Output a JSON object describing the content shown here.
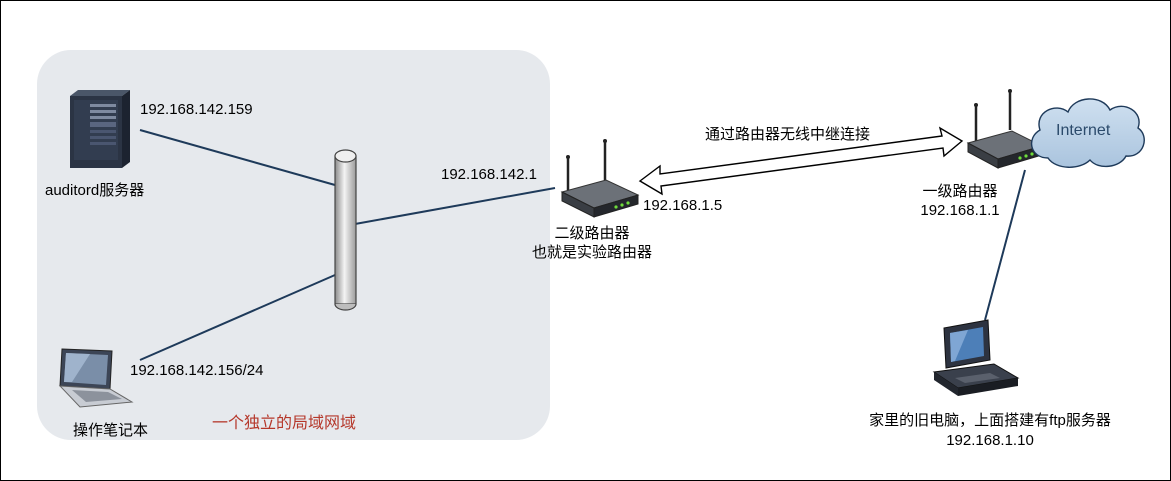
{
  "zone": {
    "label": "一个独立的局域网域"
  },
  "server": {
    "ip": "192.168.142.159",
    "label": "auditord服务器"
  },
  "laptop": {
    "ip": "192.168.142.156/24",
    "label": "操作笔记本"
  },
  "router2": {
    "lan_ip": "192.168.142.1",
    "wan_ip": "192.168.1.5",
    "label_line1": "二级路由器",
    "label_line2": "也就是实验路由器"
  },
  "link": {
    "label": "通过路由器无线中继连接"
  },
  "router1": {
    "label": "一级路由器",
    "ip": "192.168.1.1"
  },
  "internet": {
    "label": "Internet"
  },
  "pc": {
    "label": "家里的旧电脑，上面搭建有ftp服务器",
    "ip": "192.168.1.10"
  },
  "colors": {
    "zone_fill": "#e6e9ed",
    "line": "#1e3a5a",
    "zone_label": "#b5372a"
  }
}
